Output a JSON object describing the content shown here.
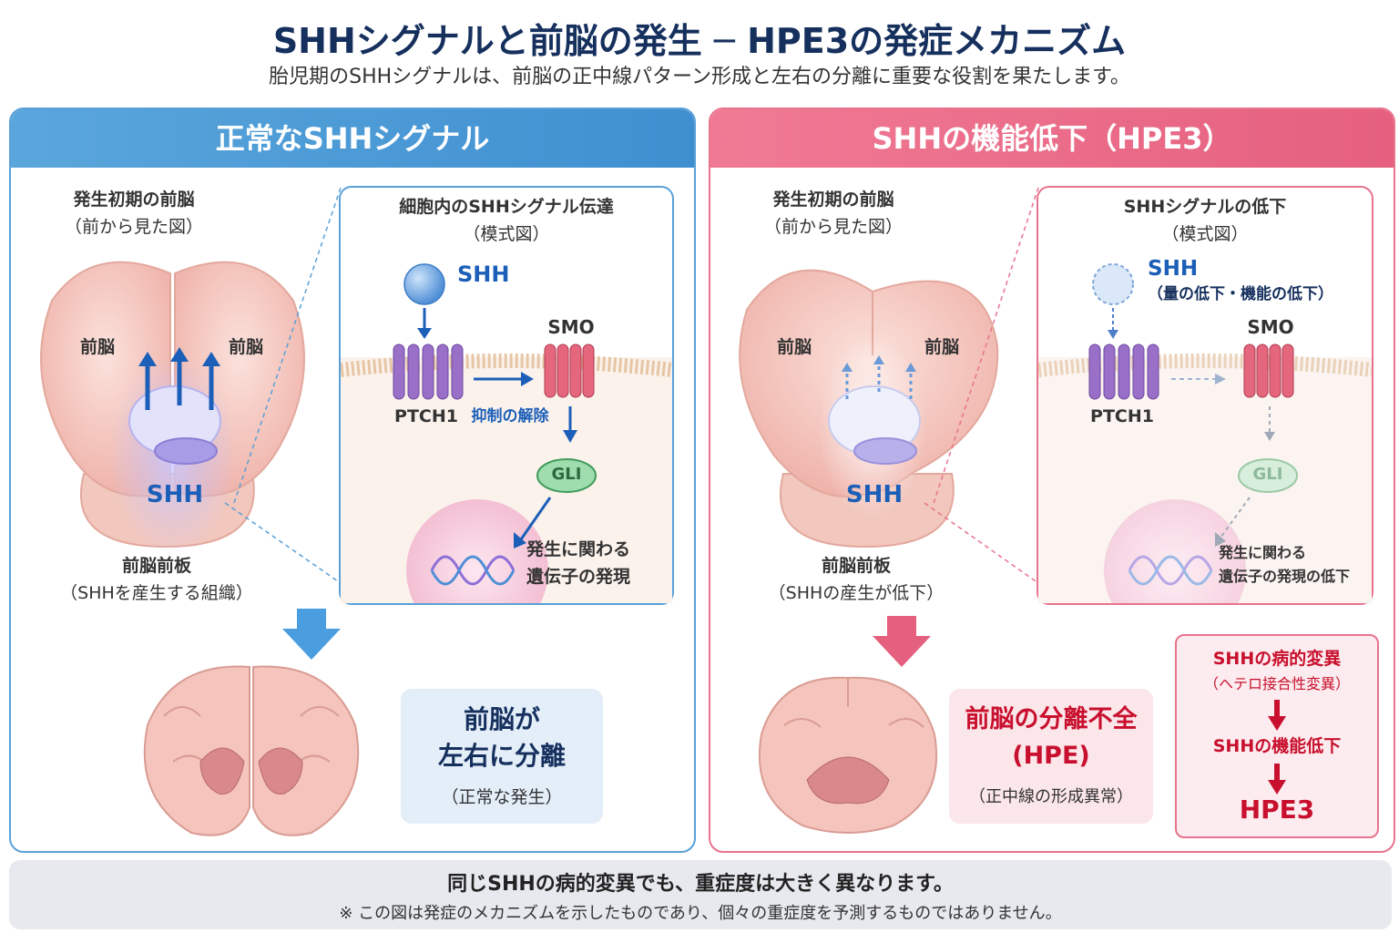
{
  "title": "SHHシグナルと前脳の発生 ─ HPE3の発症メカニズム",
  "subtitle": "胎児期のSHHシグナルは、前脳の正中線パターン形成と左右の分離に重要な役割を果たします。",
  "left": {
    "header": "正常なSHHシグナル",
    "early_title": "発生初期の前脳",
    "early_sub": "（前から見た図）",
    "lobe": "前脳",
    "shh": "SHH",
    "plate_title": "前脳前板",
    "plate_sub": "（SHHを産生する組織）",
    "inset_title": "細胞内のSHHシグナル伝達",
    "inset_sub": "（模式図）",
    "ligand": "SHH",
    "smo": "SMO",
    "ptch1": "PTCH1",
    "release": "抑制の解除",
    "gli": "GLI",
    "gene_1": "発生に関わる",
    "gene_2": "遺伝子の発現",
    "result_1": "前脳が",
    "result_2": "左右に分離",
    "result_3": "（正常な発生）"
  },
  "right": {
    "header": "SHHの機能低下（HPE3）",
    "early_title": "発生初期の前脳",
    "early_sub": "（前から見た図）",
    "lobe": "前脳",
    "shh": "SHH",
    "plate_title": "前脳前板",
    "plate_sub": "（SHHの産生が低下）",
    "inset_title": "SHHシグナルの低下",
    "inset_sub": "（模式図）",
    "ligand": "SHH",
    "ligand_sub": "（量の低下・機能の低下）",
    "smo": "SMO",
    "ptch1": "PTCH1",
    "gli": "GLI",
    "gene_1": "発生に関わる",
    "gene_2": "遺伝子の発現の低下",
    "result_1": "前脳の分離不全",
    "result_2": "(HPE)",
    "result_3": "（正中線の形成異常）",
    "chain_1": "SHHの病的変異",
    "chain_1_sub": "（ヘテロ接合性変異）",
    "chain_2": "SHHの機能低下",
    "chain_3": "HPE3"
  },
  "footer": {
    "line1": "同じSHHの病的変異でも、重症度は大きく異なります。",
    "line2": "※ この図は発症のメカニズムを示したものであり、個々の重症度を予測するものではありません。"
  },
  "colors": {
    "navy": "#16305e",
    "blue": "#3f8fd0",
    "pink": "#e5607f",
    "red": "#c8102e",
    "brain": "#f4c4bd"
  }
}
